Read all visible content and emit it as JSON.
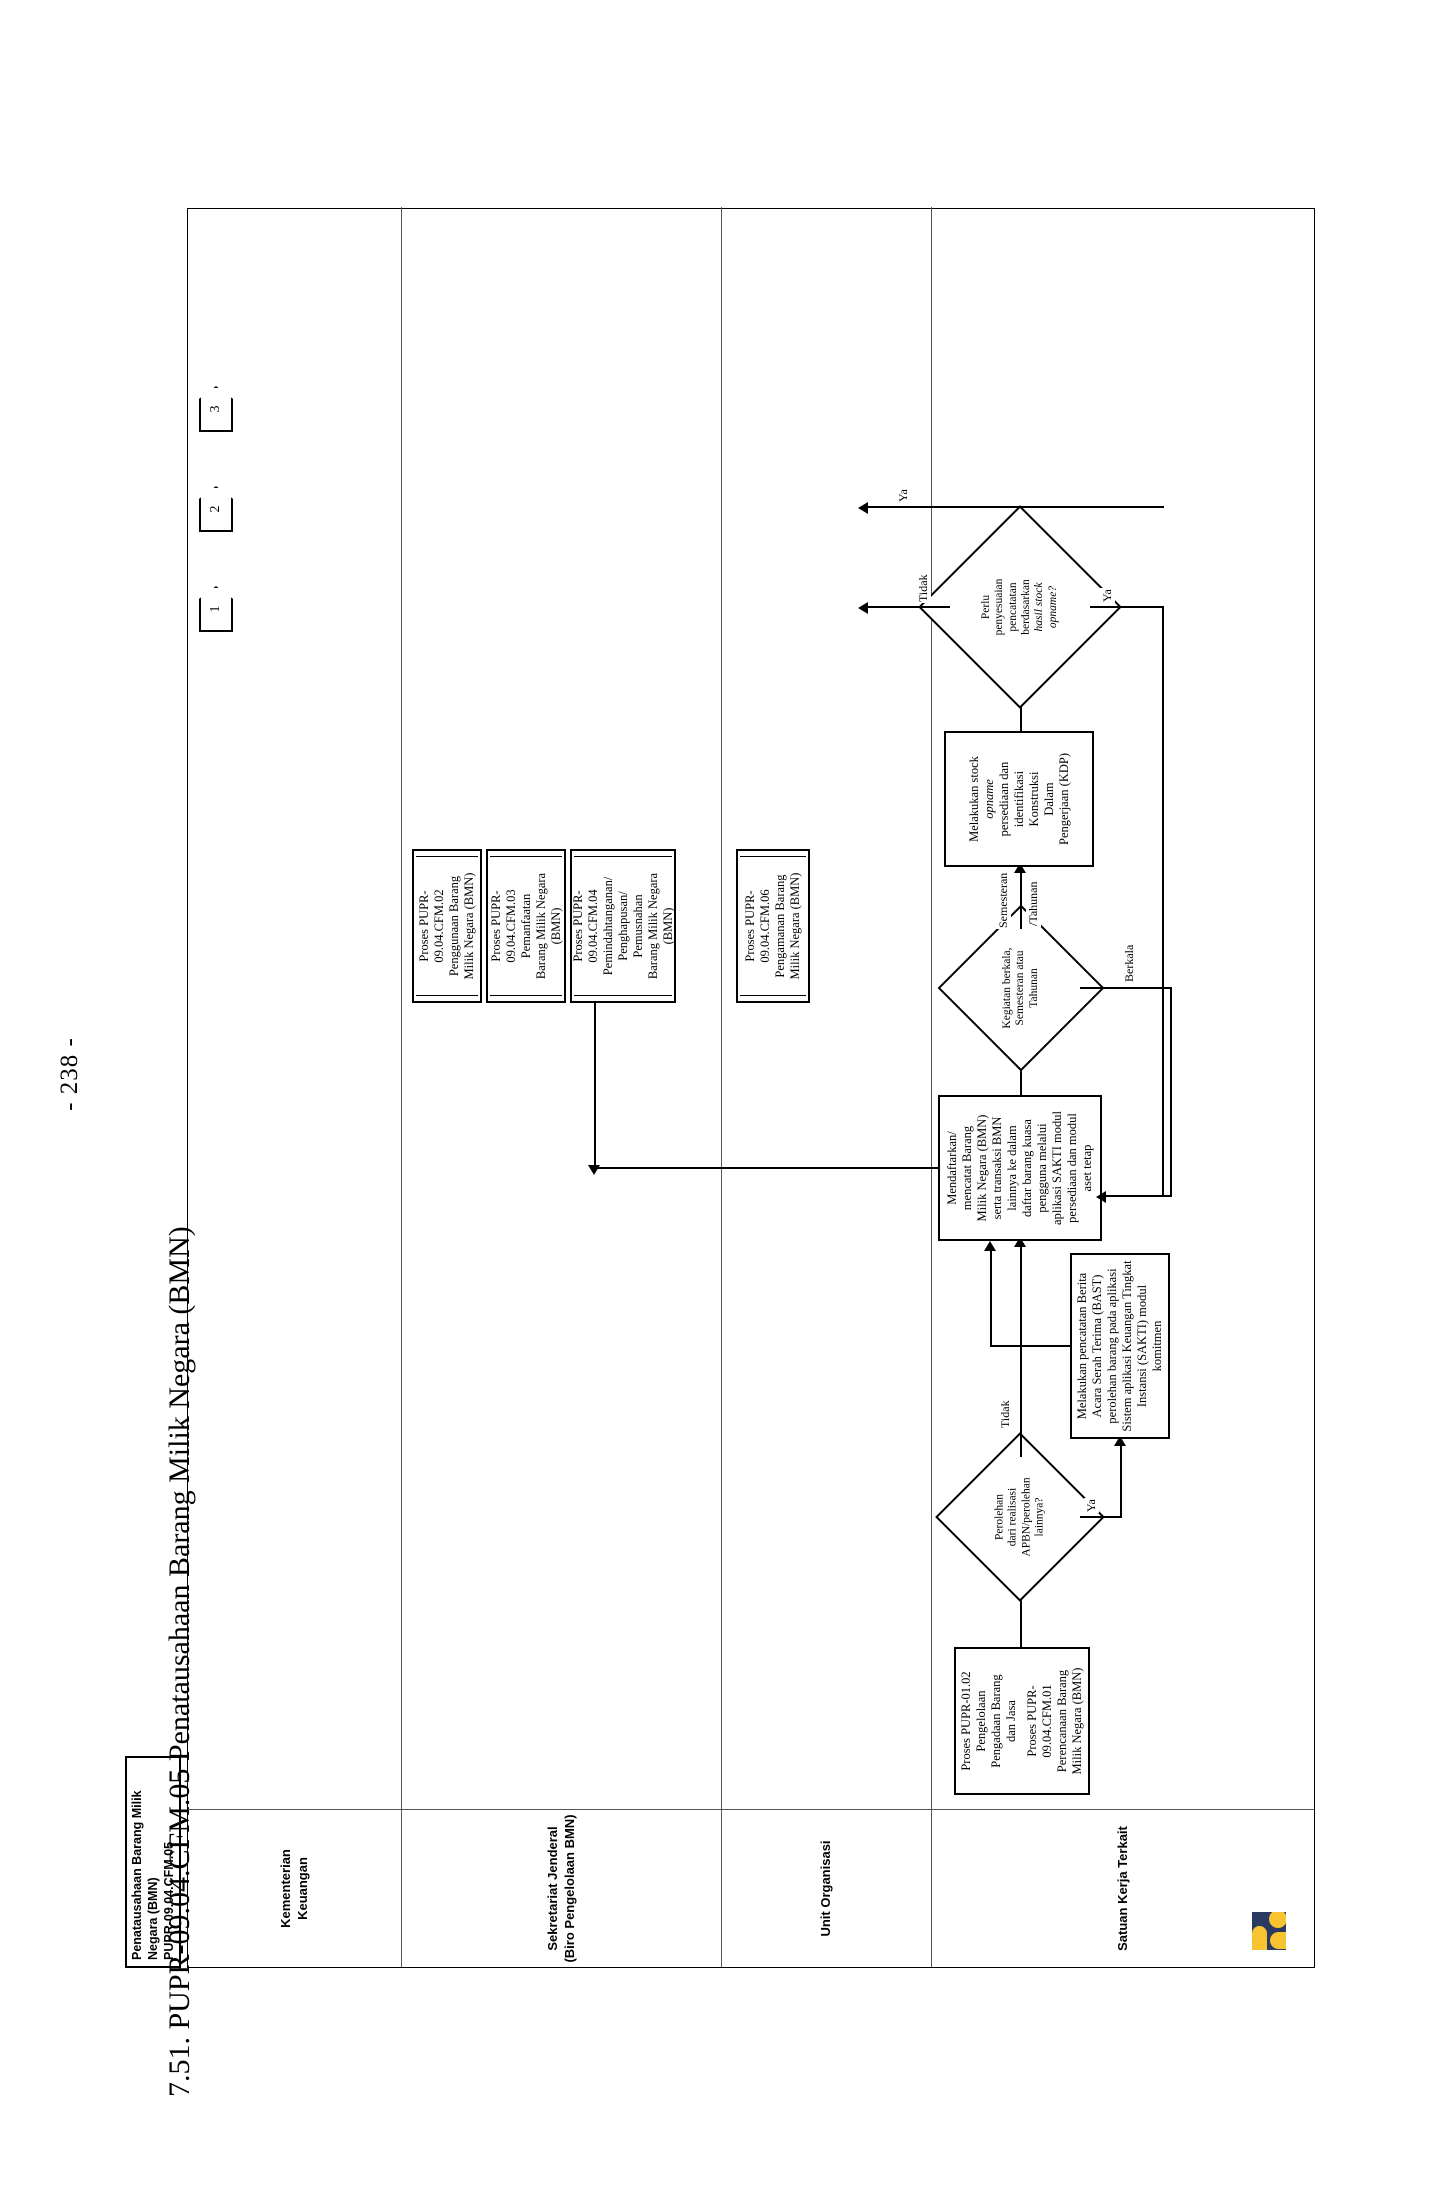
{
  "page": {
    "number": "- 238 -"
  },
  "document": {
    "title": "7.51. PUPR-09.04.CFM.05 Penatausahaan Barang Milik Negara (BMN)",
    "header_line1": "Penatausahaan Barang Milik Negara (BMN)",
    "header_line2": "PUPR-09.04.CFM.05",
    "logo_name": "pupr-logo"
  },
  "lanes": [
    {
      "id": "kemenkeu",
      "label": "Kementerian\nKeuangan"
    },
    {
      "id": "setjen",
      "label": "Sekretariat Jenderal\n(Biro Pengelolaan BMN)"
    },
    {
      "id": "unitorg",
      "label": "Unit Organisasi"
    },
    {
      "id": "satker",
      "label": "Satuan Kerja Terkait"
    }
  ],
  "nodes": {
    "start_group": {
      "line1": "Proses PUPR-01.02",
      "line2": "Pengelolaan",
      "line3": "Pengadaan Barang",
      "line4": "dan Jasa",
      "line5": "Proses PUPR-",
      "line6": "09.04.CFM.01",
      "line7": "Perencanaan Barang",
      "line8": "Milik Negara (BMN)"
    },
    "dec_perolehan": {
      "l1": "Perolehan",
      "l2": "dari realisasi",
      "l3": "APBN/perolehan",
      "l4": "lainnya?"
    },
    "bast": {
      "l1": "Melakukan pencatatan Berita",
      "l2": "Acara Serah Terima (BAST)",
      "l3": "perolehan barang pada aplikasi",
      "l4": "Sistem aplikasi Keuangan Tingkat",
      "l5": "Instansi (SAKTI) modul komitmen"
    },
    "mendaftarkan": {
      "l1": "Mendaftarkan/",
      "l2": "mencatat Barang",
      "l3": "Milik Negara (BMN)",
      "l4": "serta transaksi BMN",
      "l5": "lainnya ke dalam",
      "l6": "daftar barang kuasa",
      "l7": "pengguna melalui",
      "l8": "aplikasi SAKTI modul",
      "l9": "persediaan dan modul",
      "l10": "aset tetap"
    },
    "dec_kegiatan": {
      "l1": "Kegiatan berkala,",
      "l2": "Semesteran atau",
      "l3": "Tahunan"
    },
    "stock_opname": {
      "l1": "Melakukan stock",
      "l2": "opname",
      "l3": "persediaan dan",
      "l4": "identifikasi",
      "l5": "Konstruksi",
      "l6": "Dalam",
      "l7": "Pengerjaan (KDP)"
    },
    "dec_penyesuaian": {
      "l1": "Perlu",
      "l2": "penyesuaian",
      "l3": "pencatatan",
      "l4": "berdasarkan",
      "l5": "hasil stock",
      "l6": "opname?"
    },
    "sub_cfm02": {
      "l1": "Proses PUPR-",
      "l2": "09.04.CFM.02",
      "l3": "Penggunaan Barang",
      "l4": "Milik Negara (BMN)"
    },
    "sub_cfm03": {
      "l1": "Proses PUPR-",
      "l2": "09.04.CFM.03",
      "l3": "Pemanfaatan",
      "l4": "Barang Milik Negara",
      "l5": "(BMN)"
    },
    "sub_cfm04": {
      "l1": "Proses PUPR-",
      "l2": "09.04.CFM.04",
      "l3": "Pemindahtanganan/",
      "l4": "Penghapusan/",
      "l5": "Pemusnahan",
      "l6": "Barang Milik Negara",
      "l7": "(BMN)"
    },
    "sub_cfm06": {
      "l1": "Proses PUPR-",
      "l2": "09.04.CFM.06",
      "l3": "Pengamanan Barang",
      "l4": "Milik Negara (BMN)"
    }
  },
  "connectors": [
    {
      "id": "c1",
      "label": "1"
    },
    {
      "id": "c2",
      "label": "2"
    },
    {
      "id": "c3",
      "label": "3"
    }
  ],
  "edge_labels": {
    "ya1": "Ya",
    "tidak1": "Tidak",
    "berkala": "Berkala",
    "semesteran": "Semesteran",
    "tahunan": "/Tahunan",
    "tidak2": "Tidak",
    "ya2": "Ya",
    "ya3": "Ya"
  },
  "colors": {
    "logo_navy": "#2b3a63",
    "logo_yellow": "#f7c331",
    "line": "#000000",
    "lane_border": "#555555"
  }
}
